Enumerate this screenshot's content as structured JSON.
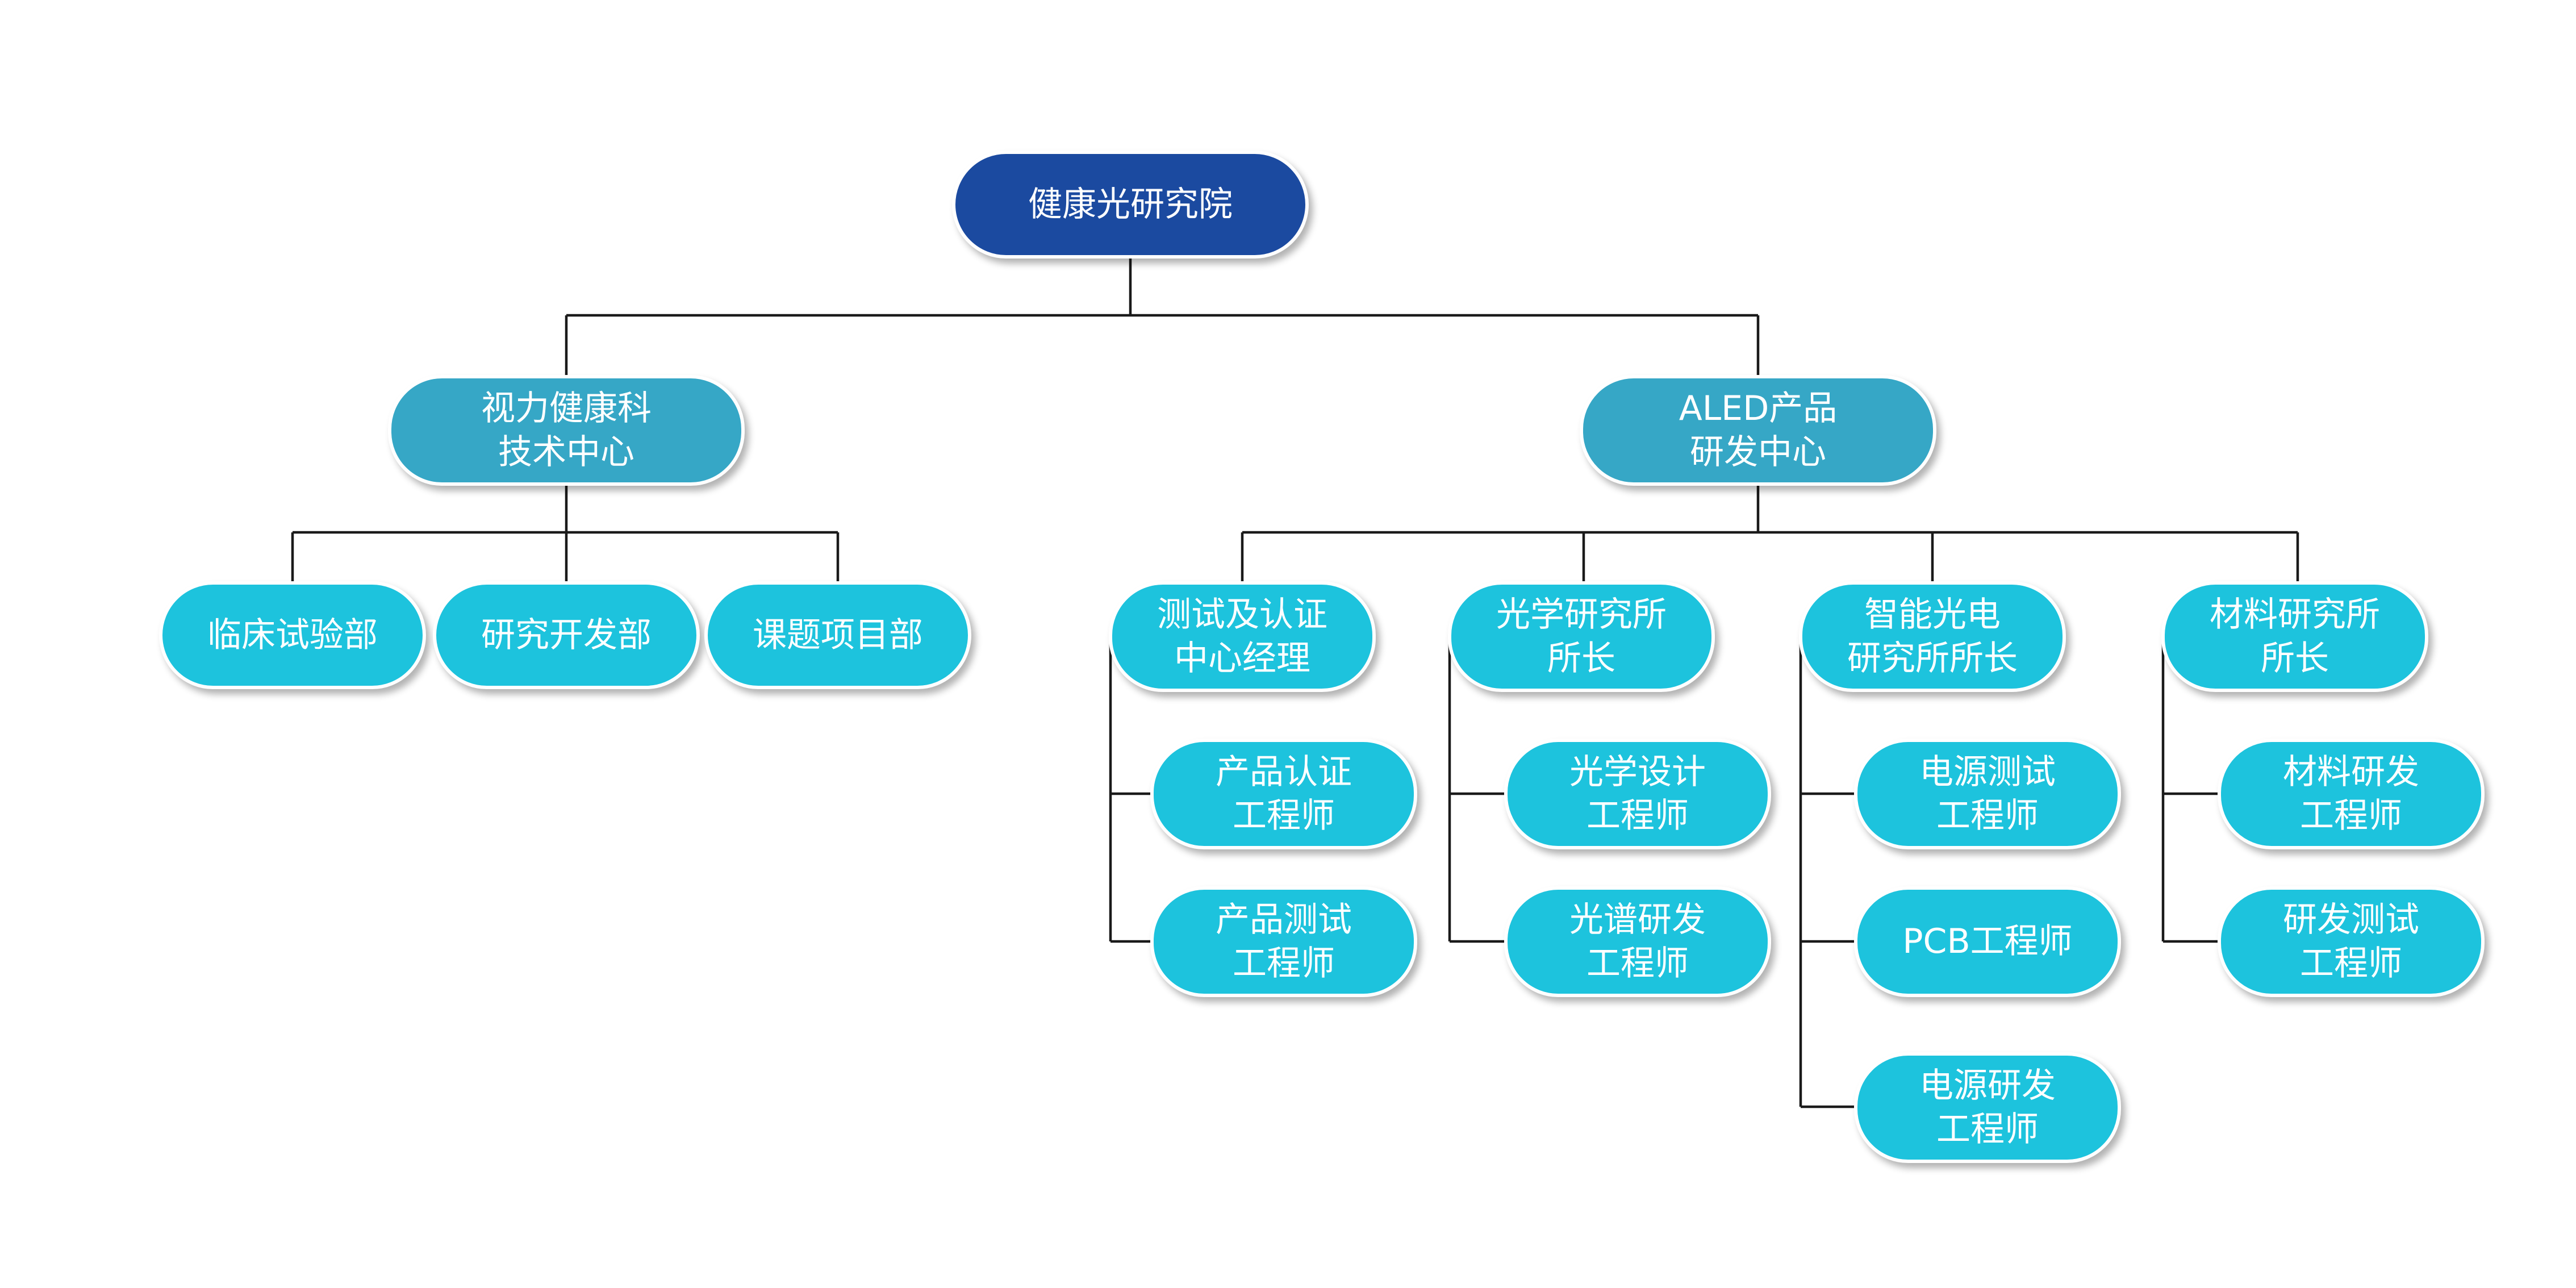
{
  "root": {
    "lines": [
      "健康光研究院"
    ]
  },
  "centers": [
    {
      "lines": [
        "视力健康科",
        "技术中心"
      ]
    },
    {
      "lines": [
        "ALED产品",
        "研发中心"
      ]
    }
  ],
  "vision_depts": [
    {
      "lines": [
        "临床试验部"
      ]
    },
    {
      "lines": [
        "研究开发部"
      ]
    },
    {
      "lines": [
        "课题项目部"
      ]
    }
  ],
  "aled_groups": [
    {
      "head": {
        "lines": [
          "测试及认证",
          "中心经理"
        ]
      },
      "members": [
        {
          "lines": [
            "产品认证",
            "工程师"
          ]
        },
        {
          "lines": [
            "产品测试",
            "工程师"
          ]
        }
      ]
    },
    {
      "head": {
        "lines": [
          "光学研究所",
          "所长"
        ]
      },
      "members": [
        {
          "lines": [
            "光学设计",
            "工程师"
          ]
        },
        {
          "lines": [
            "光谱研发",
            "工程师"
          ]
        }
      ]
    },
    {
      "head": {
        "lines": [
          "智能光电",
          "研究所所长"
        ]
      },
      "members": [
        {
          "lines": [
            "电源测试",
            "工程师"
          ]
        },
        {
          "lines": [
            "PCB工程师"
          ]
        },
        {
          "lines": [
            "电源研发",
            "工程师"
          ]
        }
      ]
    },
    {
      "head": {
        "lines": [
          "材料研究所",
          "所长"
        ]
      },
      "members": [
        {
          "lines": [
            "材料研发",
            "工程师"
          ]
        },
        {
          "lines": [
            "研发测试",
            "工程师"
          ]
        }
      ]
    }
  ]
}
